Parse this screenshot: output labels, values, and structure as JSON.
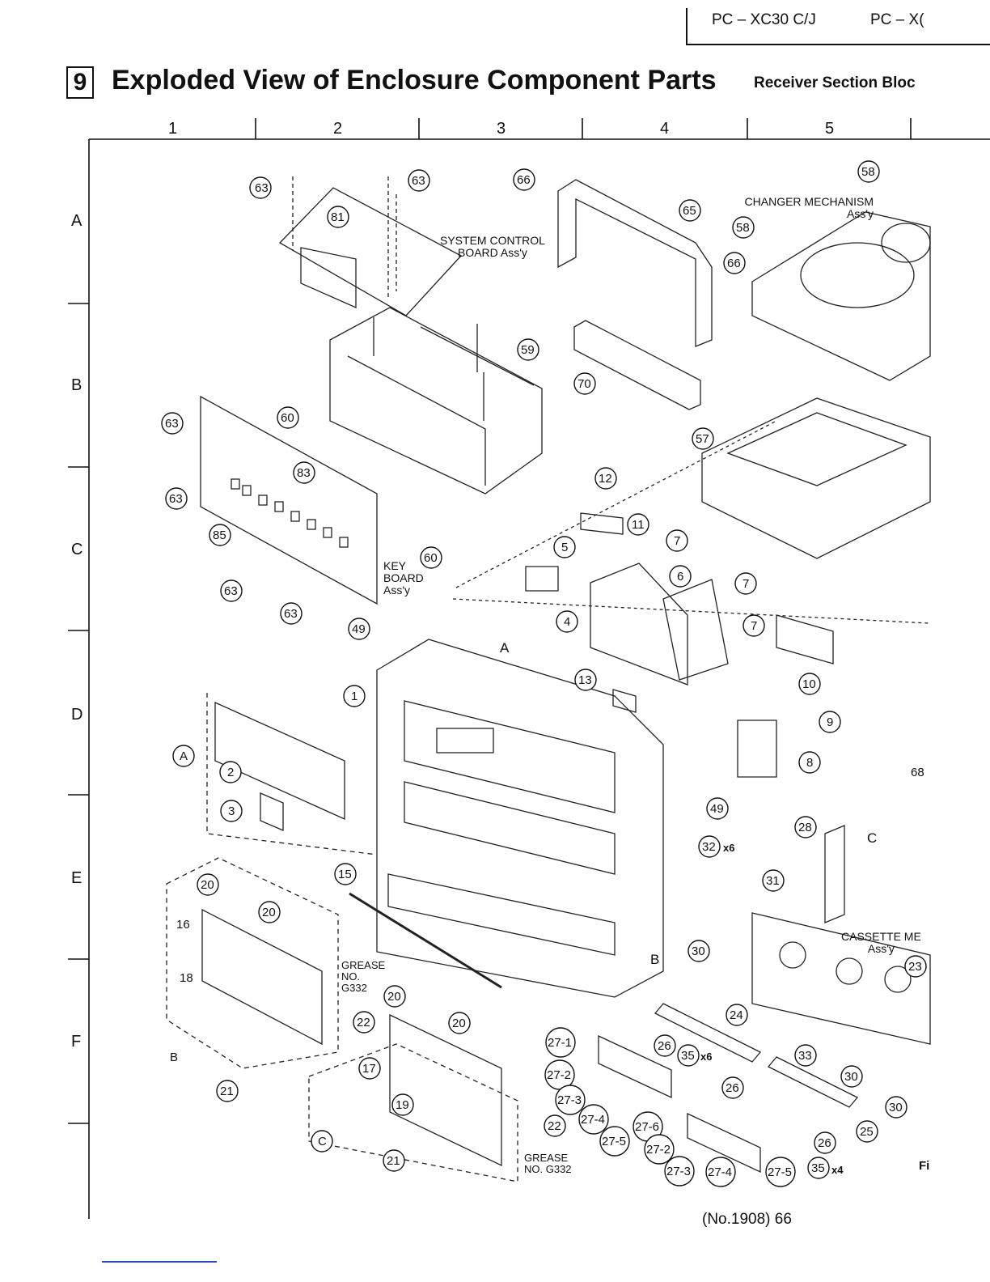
{
  "header": {
    "models": [
      "PC – XC30 C/J",
      "PC – X("
    ]
  },
  "title": {
    "section_number": "9",
    "text": "Exploded View of Enclosure Component Parts",
    "subtitle": "Receiver Section Bloc"
  },
  "grid": {
    "columns": [
      "1",
      "2",
      "3",
      "4",
      "5"
    ],
    "rows": [
      "A",
      "B",
      "C",
      "D",
      "E",
      "F"
    ]
  },
  "labels": {
    "system_control": [
      "SYSTEM CONTROL",
      "BOARD Ass'y"
    ],
    "changer": [
      "CHANGER MECHANISM",
      "Ass'y"
    ],
    "key_board": [
      "KEY",
      "BOARD",
      "Ass'y"
    ],
    "cassette": [
      "CASSETTE ME",
      "Ass'y"
    ],
    "grease_top": [
      "GREASE",
      "NO.",
      "G332"
    ],
    "grease_bottom": [
      "GREASE",
      "NO. G332"
    ]
  },
  "callouts": [
    "63",
    "63",
    "81",
    "66",
    "65",
    "58",
    "58",
    "66",
    "59",
    "70",
    "63",
    "60",
    "83",
    "57",
    "63",
    "85",
    "12",
    "11",
    "60",
    "5",
    "7",
    "6",
    "7",
    "63",
    "4",
    "63",
    "49",
    "7",
    "10",
    "A",
    "13",
    "1",
    "9",
    "8",
    "A",
    "2",
    "3",
    "49",
    "68",
    "28",
    "32",
    "31",
    "20",
    "15",
    "20",
    "16",
    "30",
    "23",
    "18",
    "22",
    "20",
    "20",
    "24",
    "B",
    "21",
    "17",
    "27-1",
    "26",
    "35",
    "33",
    "27-2",
    "26",
    "30",
    "19",
    "27-3",
    "30",
    "27-4",
    "27-6",
    "22",
    "25",
    "26",
    "C",
    "21",
    "27-5",
    "27-2",
    "27-3",
    "27-4",
    "27-5",
    "35"
  ],
  "multipliers": {
    "x6_a": "x6",
    "x6_b": "x6",
    "x4": "x4"
  },
  "letters": {
    "A_block": "A",
    "B_block": "B",
    "C_block": "C",
    "C_bracket": "C"
  },
  "footer": {
    "page": "(No.1908)  66",
    "fig_ref": "Fi"
  }
}
